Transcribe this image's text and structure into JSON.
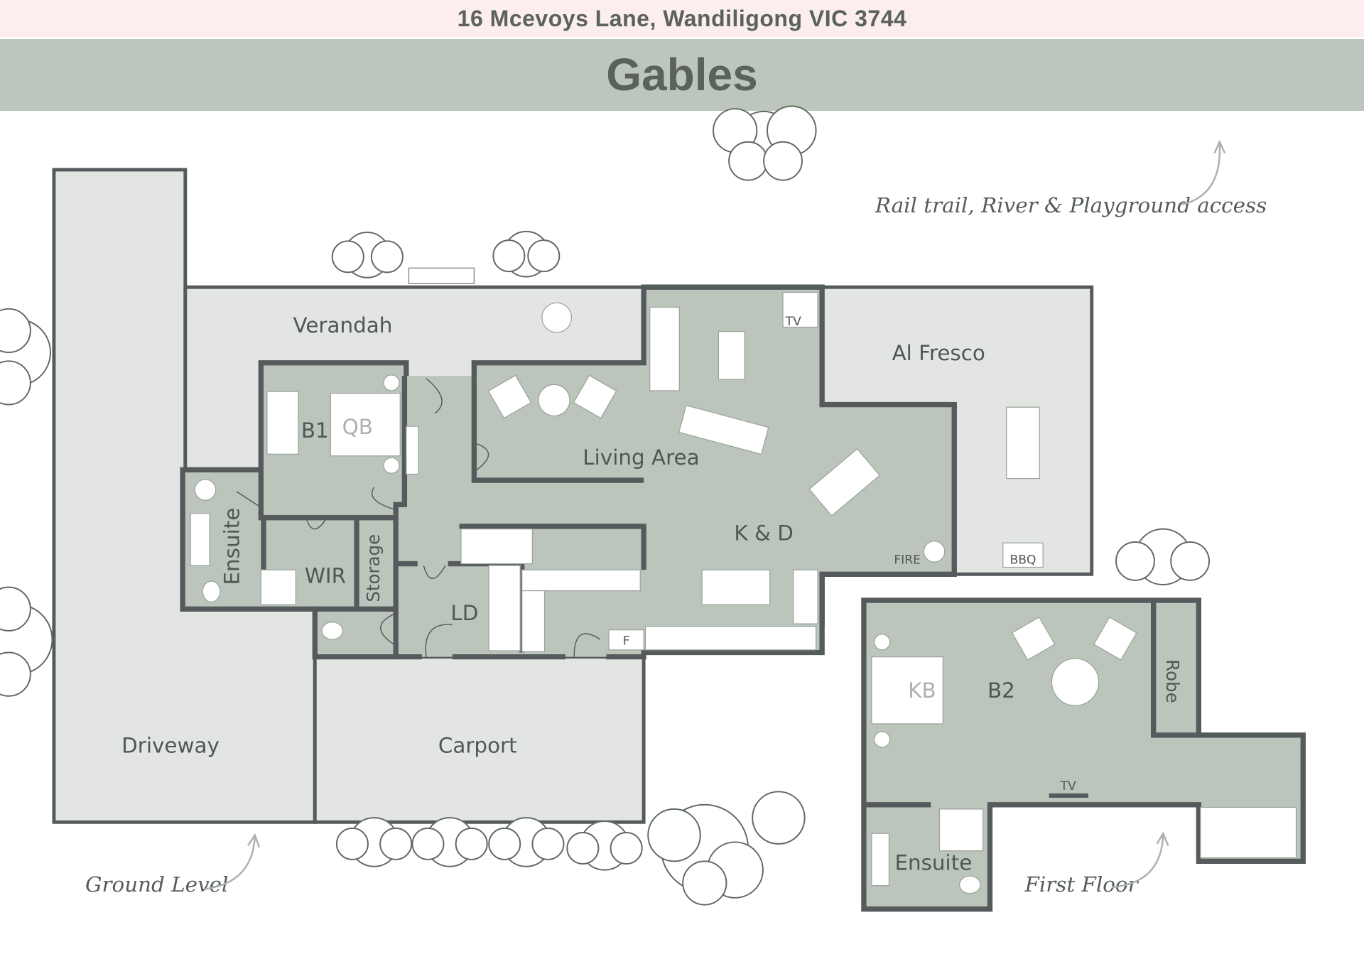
{
  "header": {
    "address": "16 Mcevoys Lane, Wandiligong VIC 3744",
    "title": "Gables"
  },
  "colors": {
    "header_bg": "#fdeeee",
    "band_bg": "#bdc6bc",
    "text": "#5a6259",
    "wall": "#555a5c",
    "interior": "#bcc5bc",
    "outdoor": "#e3e5e3"
  },
  "ground": {
    "verandah": "Verandah",
    "b1": "B1",
    "qb": "QB",
    "ensuite": "Ensuite",
    "wir": "WIR",
    "storage": "Storage",
    "ld": "LD",
    "living": "Living Area",
    "kd": "K & D",
    "tv": "TV",
    "fire": "FIRE",
    "fridge": "F",
    "alfresco": "Al Fresco",
    "bbq": "BBQ",
    "driveway": "Driveway",
    "carport": "Carport"
  },
  "first": {
    "kb": "KB",
    "b2": "B2",
    "robe": "Robe",
    "tv": "TV",
    "ensuite": "Ensuite"
  },
  "annotations": {
    "ground_level": "Ground Level",
    "first_floor": "First Floor",
    "access": "Rail trail, River & Playground access"
  }
}
